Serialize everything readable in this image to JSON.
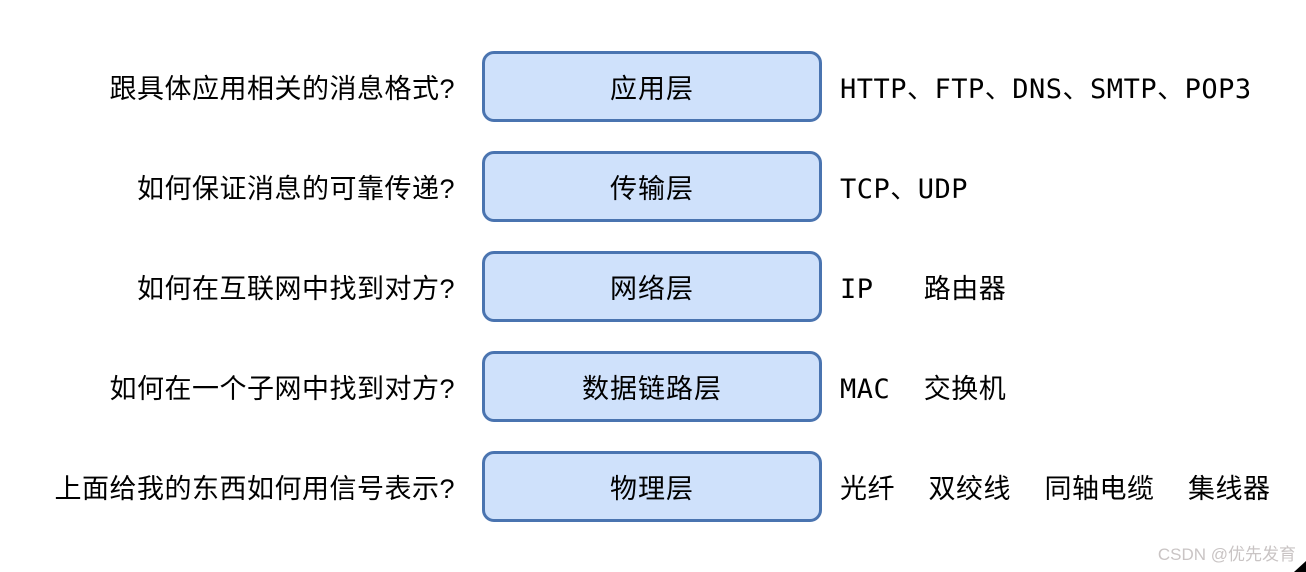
{
  "diagram": {
    "description": "five-layer network model with guiding questions and example protocols",
    "rows": [
      {
        "question": "跟具体应用相关的消息格式?",
        "layer": "应用层",
        "tech": "HTTP、FTP、DNS、SMTP、POP3"
      },
      {
        "question": "如何保证消息的可靠传递?",
        "layer": "传输层",
        "tech": "TCP、UDP"
      },
      {
        "question": "如何在互联网中找到对方?",
        "layer": "网络层",
        "tech": "IP   路由器"
      },
      {
        "question": "如何在一个子网中找到对方?",
        "layer": "数据链路层",
        "tech": "MAC  交换机"
      },
      {
        "question": "上面给我的东西如何用信号表示?",
        "layer": "物理层",
        "tech": "光纤  双绞线  同轴电缆  集线器"
      }
    ]
  },
  "watermark": "CSDN @优先发育",
  "colors": {
    "box_fill": "#cfe1fb",
    "box_border": "#4a74b0",
    "text": "#000000",
    "watermark": "#c9c4c4"
  }
}
